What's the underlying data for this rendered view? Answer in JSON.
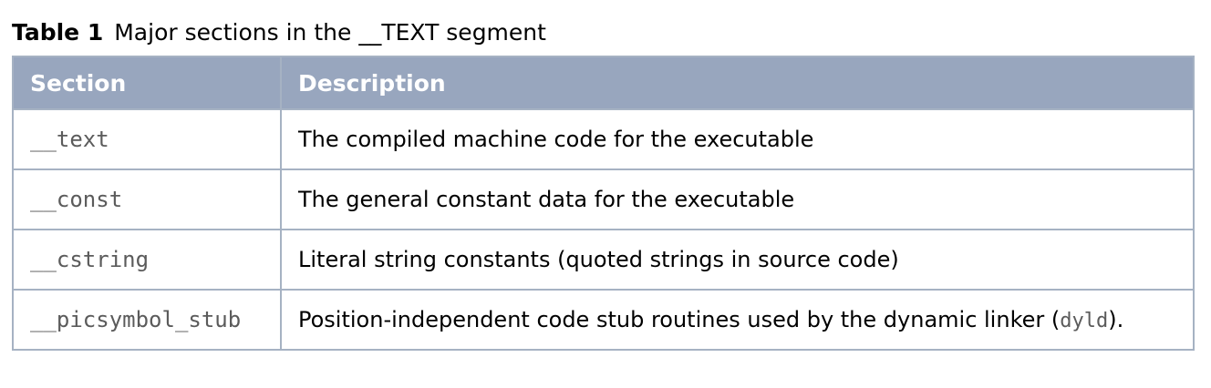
{
  "caption": {
    "label": "Table 1",
    "text": "Major sections in the __TEXT segment"
  },
  "table": {
    "headers": [
      "Section",
      "Description"
    ],
    "rows": [
      {
        "section": "__text",
        "description": "The compiled machine code for the executable"
      },
      {
        "section": "__const",
        "description": "The general constant data for the executable"
      },
      {
        "section": "__cstring",
        "description": "Literal string constants (quoted strings in source code)"
      },
      {
        "section": "__picsymbol_stub",
        "description_before": "Position-independent code stub routines used by the dynamic linker (",
        "description_code": "dyld",
        "description_after": ")."
      }
    ]
  },
  "colors": {
    "header_bg": "#98a6be",
    "border": "#a6b2c3",
    "code_text": "#5b5b5b"
  }
}
